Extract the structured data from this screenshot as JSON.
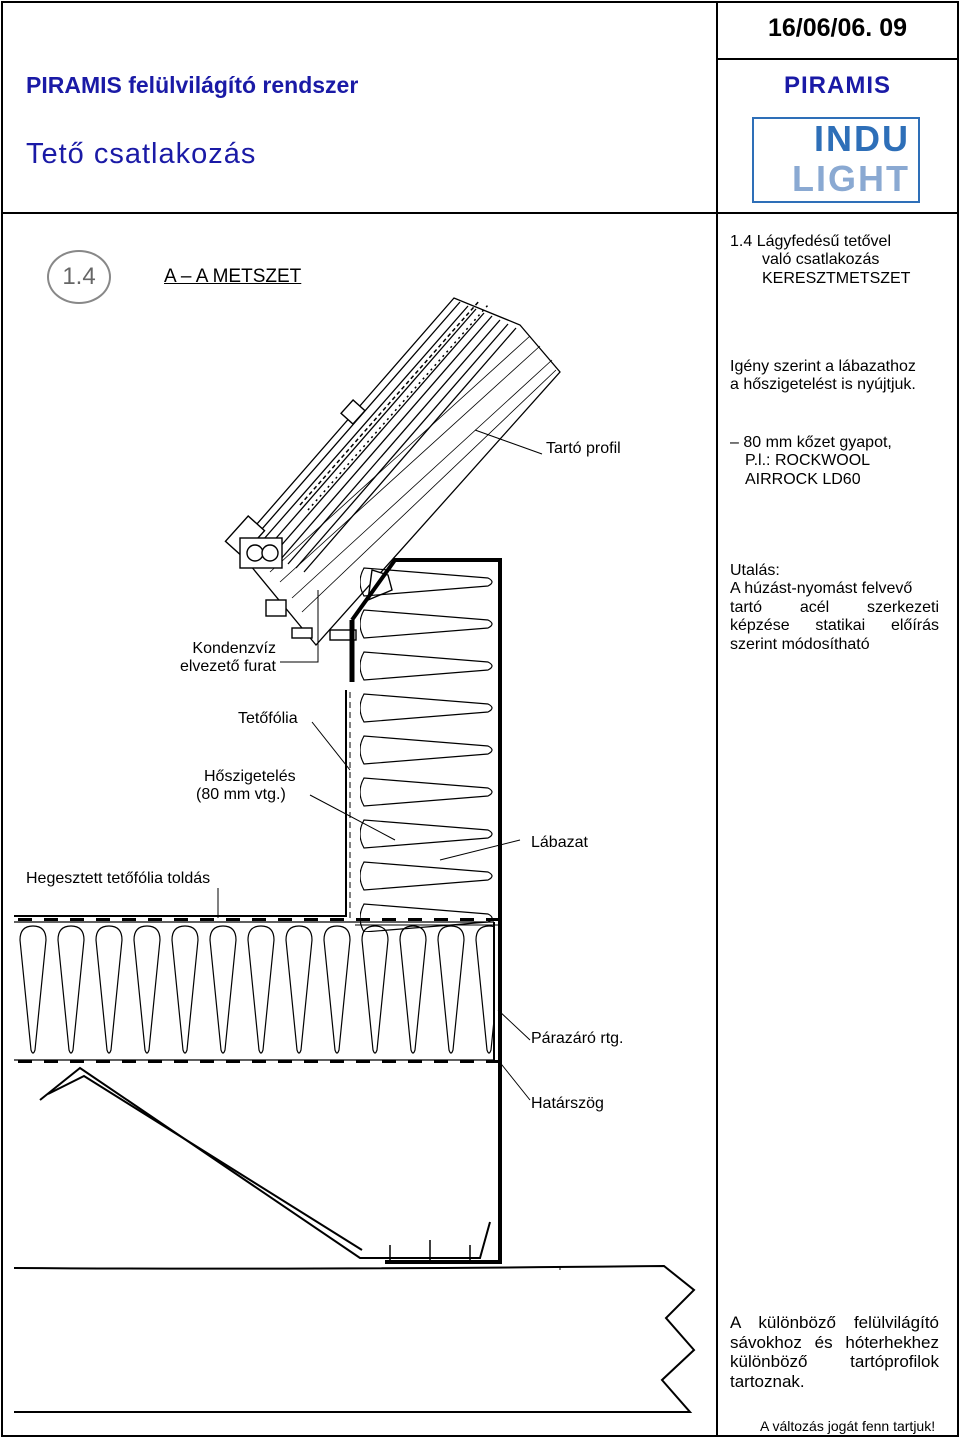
{
  "header": {
    "date_code": "16/06/06. 09",
    "system_title": "PIRAMIS felülvilágító rendszer",
    "brand_name": "PIRAMIS",
    "page_title": "Tető csatlakozás",
    "logo": {
      "line1": "INDU",
      "line2": "LIGHT"
    }
  },
  "section": {
    "badge": "1.4",
    "cut_label": "A – A METSZET",
    "side_title": [
      "1.4  Lágyfedésű tetővel",
      "való csatlakozás",
      "KERESZTMETSZET"
    ]
  },
  "notes": {
    "insulation_note": [
      "Igény szerint a lábazathoz",
      "a hőszigetelést is nyújtjuk."
    ],
    "rockwool": [
      "– 80 mm kőzet gyapot,",
      "P.l.: ROCKWOOL",
      "AIRROCK LD60"
    ],
    "reference": [
      "Utalás:",
      "A húzást-nyomást felvevő",
      "tartó acél szerkezeti",
      "képzése statikai előírás",
      "szerint módosítható"
    ],
    "profiles": [
      "A különböző felülvilágító",
      "sávokhoz és hóterhekhez",
      "különböző tartóprofilok",
      "tartoznak."
    ],
    "rights": "A változás jogát fenn tartjuk!"
  },
  "labels": {
    "tarto_profil": "Tartó profil",
    "kondenzviz": [
      "Kondenzvíz",
      "elvezető furat"
    ],
    "tetofolia": "Tetőfólia",
    "hoszigeteles": [
      "Hőszigetelés",
      "(80 mm vtg.)"
    ],
    "labazat": "Lábazat",
    "hegesztett": "Hegesztett tetőfólia toldás",
    "parazaro": "Párazáró rtg.",
    "hatarszog": "Határszög"
  },
  "colors": {
    "brand_blue": "#1a1aa6",
    "logo_blue": "#2e6fb8",
    "line": "#000000"
  }
}
